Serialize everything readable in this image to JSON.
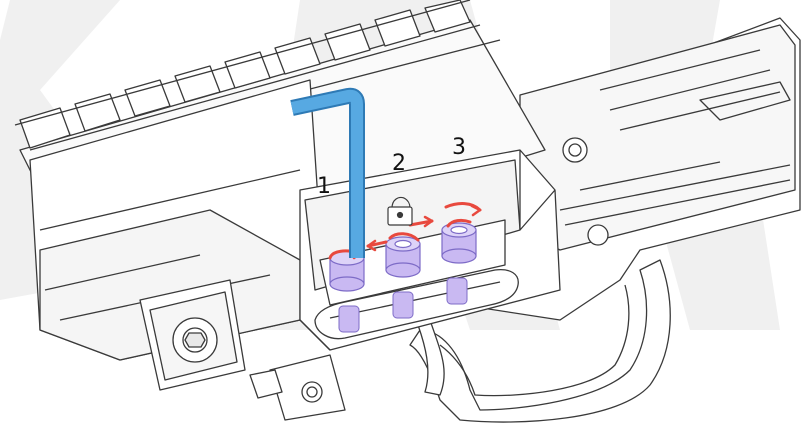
{
  "steps": [
    {
      "label": "1"
    },
    {
      "label": "2"
    },
    {
      "label": "3"
    }
  ],
  "colors": {
    "hex_key": "#57a9e2",
    "hex_key_edge": "#2e7ab5",
    "screw": "#c9b9f2",
    "screw_edge": "#7d6bc7",
    "rotation_arrow": "#e8493e",
    "watermark": "#eeeeee",
    "line": "#3a3a3a",
    "fill": "#ffffff",
    "shade": "#f2f2f2"
  },
  "icons": {
    "tool": "hex-key-icon",
    "rotation": "rotate-arrow-icon",
    "lock": "padlock-icon"
  }
}
